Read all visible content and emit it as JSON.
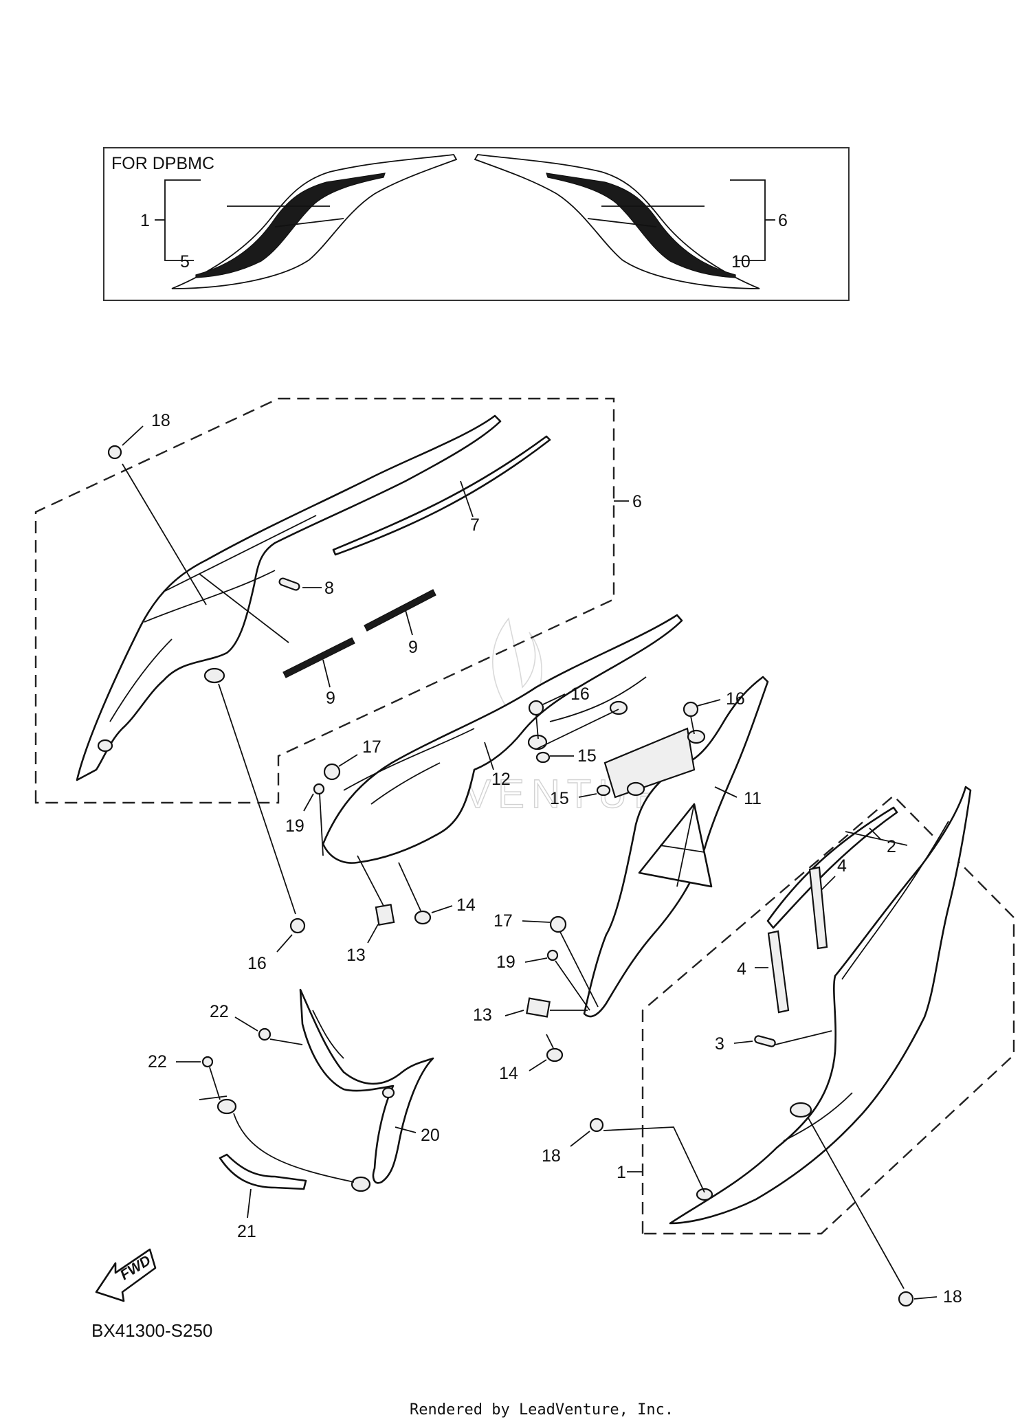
{
  "inset": {
    "title": "FOR DPBMC",
    "left_group": "1",
    "left_item": "5",
    "right_group": "6",
    "right_item": "10"
  },
  "callouts": {
    "c1": "1",
    "c2": "2",
    "c3": "3",
    "c4a": "4",
    "c4b": "4",
    "c6": "6",
    "c7": "7",
    "c8": "8",
    "c9a": "9",
    "c9b": "9",
    "c11": "11",
    "c12": "12",
    "c13a": "13",
    "c13b": "13",
    "c14a": "14",
    "c14b": "14",
    "c15a": "15",
    "c15b": "15",
    "c16a": "16",
    "c16b": "16",
    "c16c": "16",
    "c17a": "17",
    "c17b": "17",
    "c18a": "18",
    "c18b": "18",
    "c18c": "18",
    "c19a": "19",
    "c19b": "19",
    "c20": "20",
    "c21": "21",
    "c22a": "22",
    "c22b": "22"
  },
  "direction_label": "FWD",
  "diagram_code": "BX41300-S250",
  "rendered_by": "Rendered by LeadVenture, Inc.",
  "watermark": "ADVENTURE"
}
